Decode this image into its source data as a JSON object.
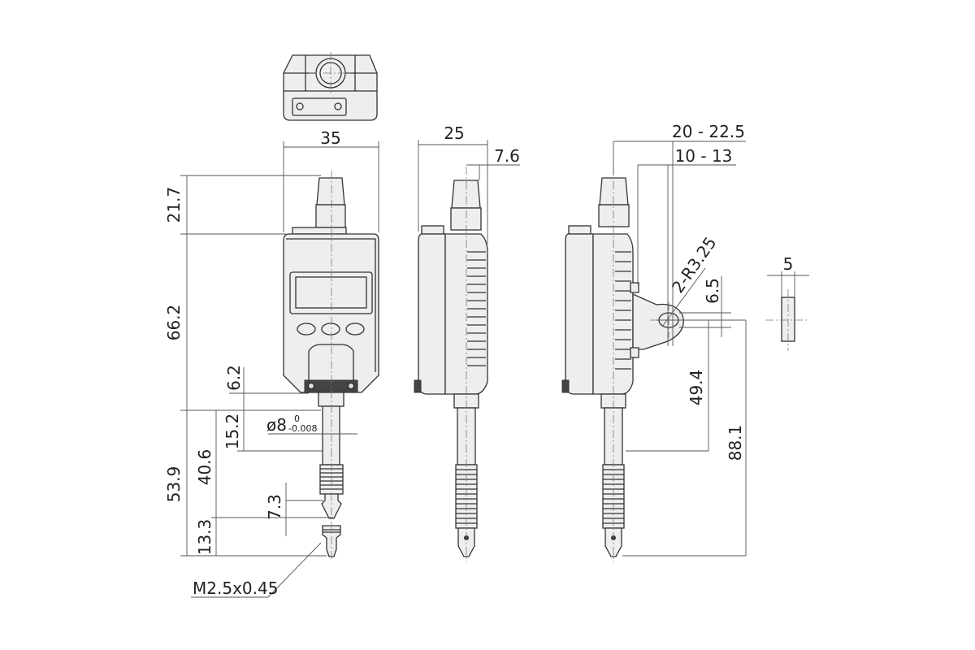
{
  "dimensions": {
    "top_width": "35",
    "stem_height": "21.7",
    "body_height": "66.2",
    "lower_gap": "6.2",
    "spindle_length": "15.2",
    "spindle_diameter": "ø8",
    "tolerance_upper": "0",
    "tolerance_lower": "-0.008",
    "travel": "40.6",
    "total_lower": "53.9",
    "tip_length": "7.3",
    "contact_length": "13.3",
    "thread_spec": "M2.5x0.45",
    "side_depth": "25",
    "side_offset": "7.6",
    "lug_range_total": "20 - 22.5",
    "lug_range_partial": "10 - 13",
    "lug_radius": "2-R3.25",
    "lug_hole": "6.5",
    "lug_height": "49.4",
    "overall_height": "88.1",
    "lug_thickness": "5"
  },
  "colors": {
    "ink": "#333333",
    "fill": "#eeeeee",
    "dark": "#444444"
  }
}
